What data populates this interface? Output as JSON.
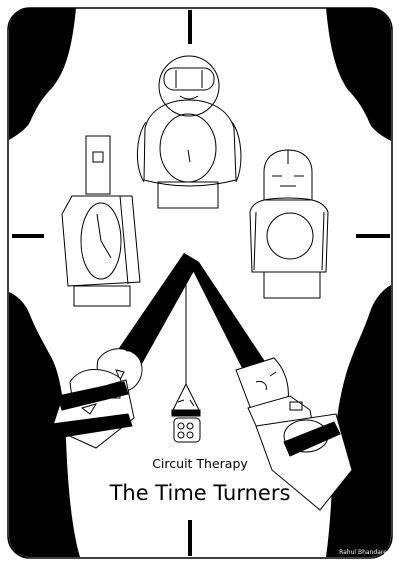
{
  "poster": {
    "subtitle": "Circuit Therapy",
    "title": "The Time Turners",
    "artist_credit": "Rahul Bhandare"
  },
  "colors": {
    "background": "#ffffff",
    "ink": "#000000"
  },
  "icons": [
    "curtain-left",
    "curtain-right",
    "robot-figure",
    "clock-face",
    "clock-hands"
  ]
}
